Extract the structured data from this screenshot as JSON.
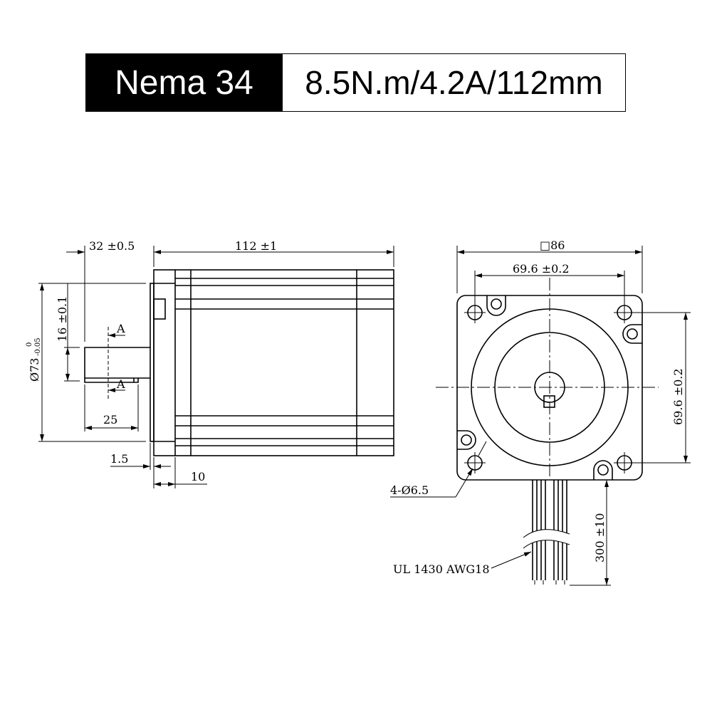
{
  "header": {
    "model": "Nema 34",
    "specs": "8.5N.m/4.2A/112mm"
  },
  "side_view": {
    "shaft_length": "32 ±0.5",
    "body_length": "112 ±1",
    "pilot_diameter": "Ø73",
    "pilot_tol_upper": "0",
    "pilot_tol_lower": "-0.05",
    "shaft_dia": "16 ±0.1",
    "flat_length": "25",
    "section_label": "A",
    "pilot_thickness": "1.5",
    "flange_thickness": "10"
  },
  "front_view": {
    "square": "□86",
    "hole_spacing_h": "69.6 ±0.2",
    "hole_spacing_v": "69.6 ±0.2",
    "holes": "4-Ø6.5",
    "lead_length": "300 ±10",
    "wire": "UL 1430 AWG18"
  }
}
